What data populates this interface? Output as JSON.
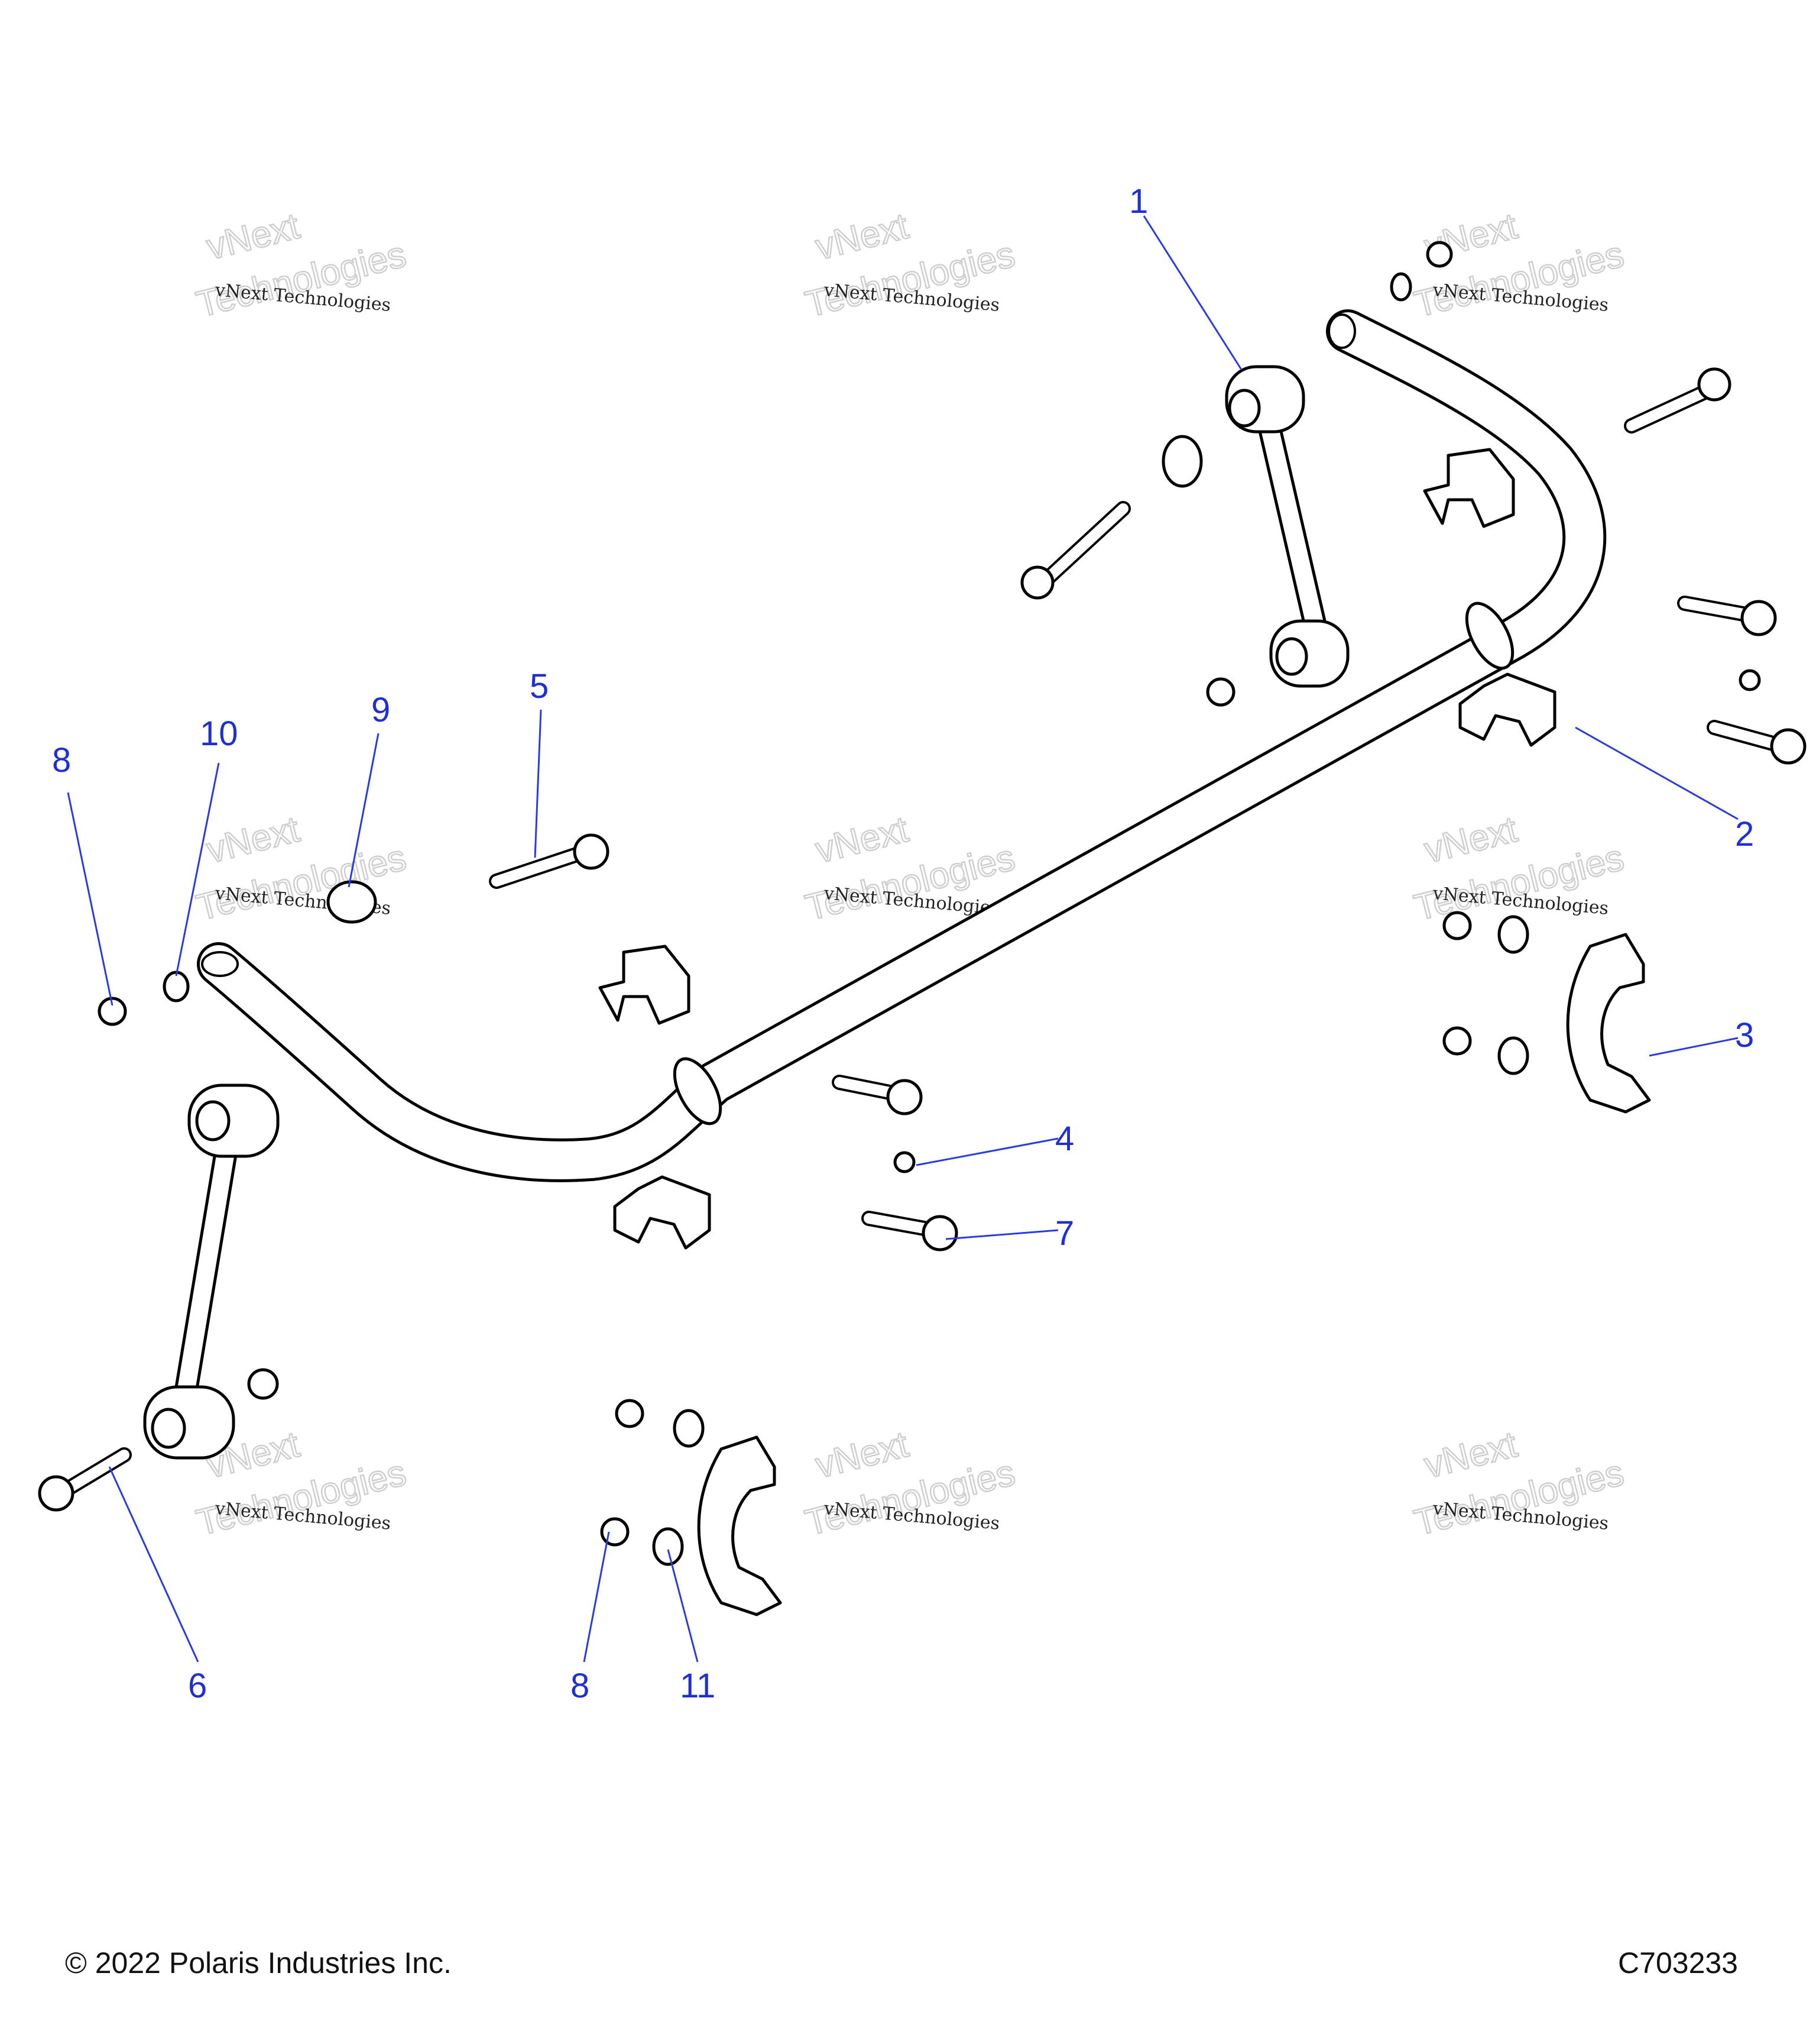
{
  "callouts": [
    "1",
    "2",
    "3",
    "4",
    "5",
    "6",
    "7",
    "8",
    "9",
    "10",
    "11"
  ],
  "callout_8": "8",
  "watermark": {
    "line1": "vNext Technologies",
    "line2": "vNext",
    "line3": "Technologies"
  },
  "footer": {
    "copyright": "© 2022 Polaris Industries Inc.",
    "drawing_id": "C703233"
  },
  "colors": {
    "callout": "#1f2fd6",
    "line": "#000000",
    "watermark": "#cfcfcf"
  }
}
